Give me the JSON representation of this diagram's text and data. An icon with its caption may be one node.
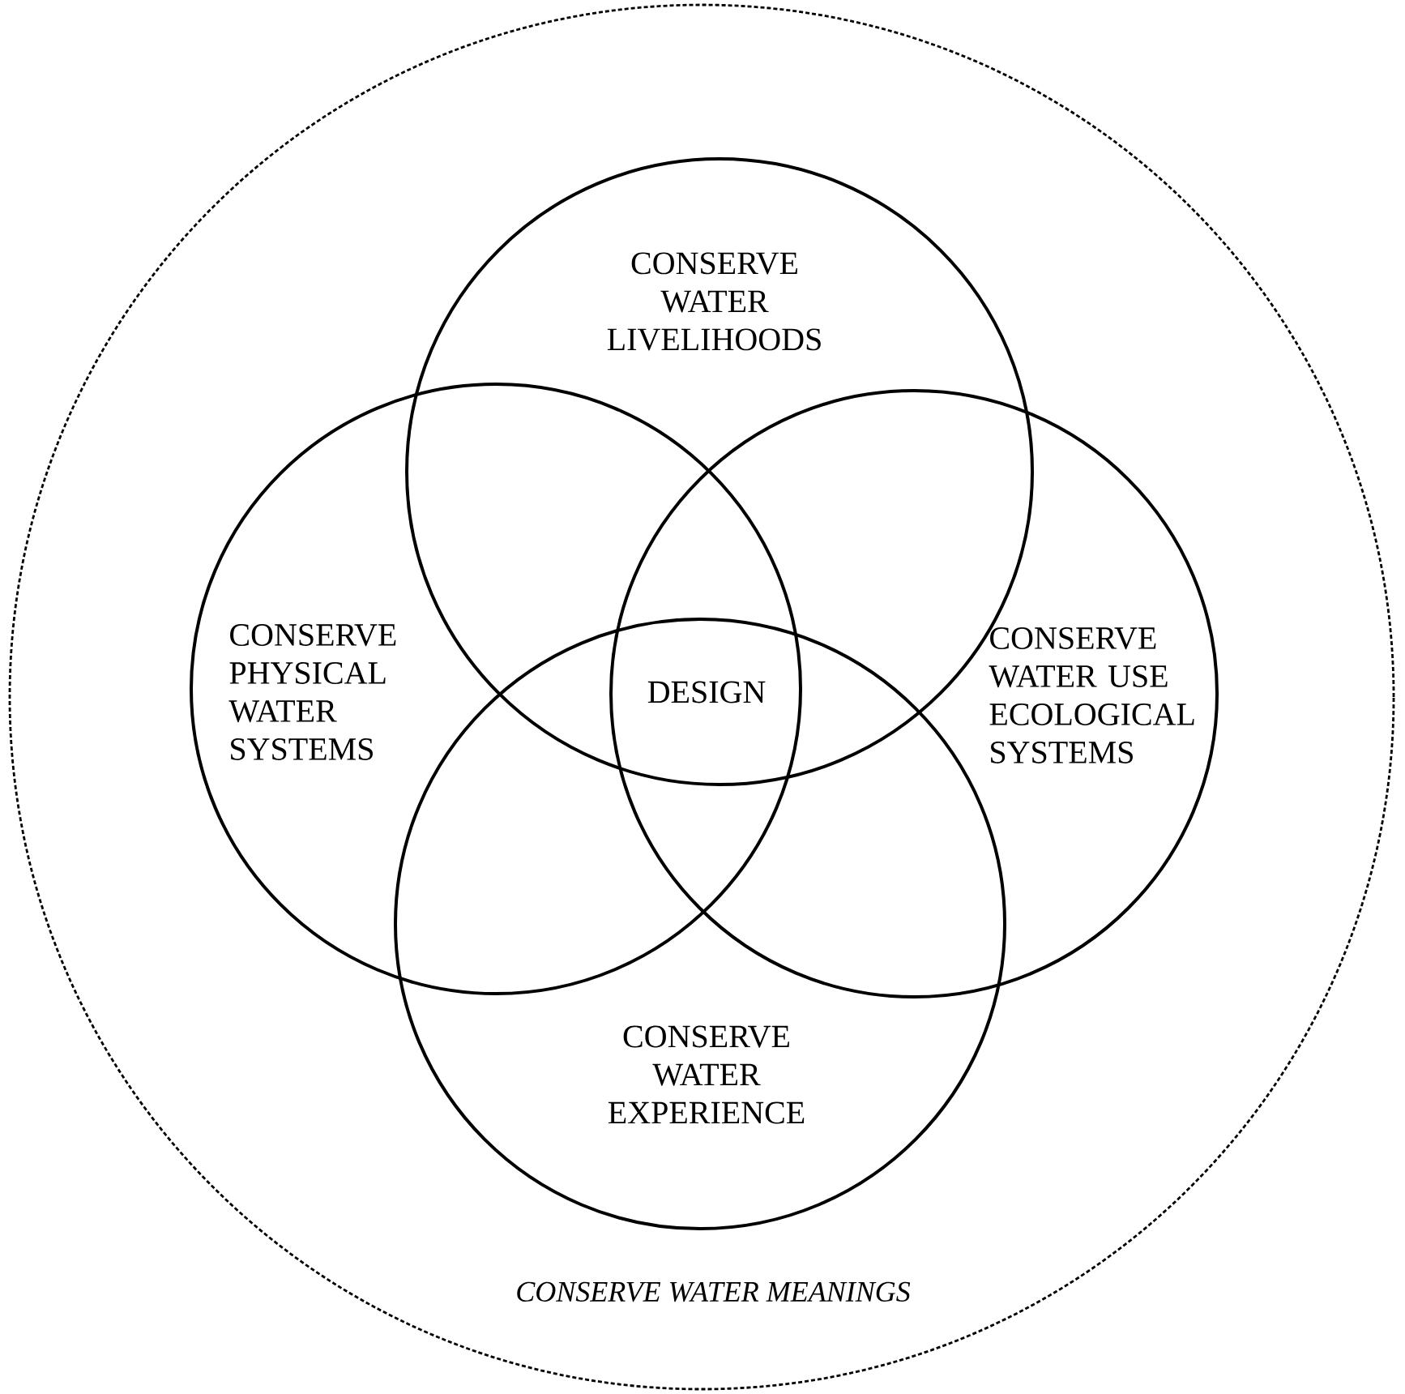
{
  "diagram": {
    "nodes": [
      {
        "text": [
          "CONSERVE WATER MEANINGS"
        ]
      },
      {
        "text": [
          "CONSERVE WATER LIVELIHOODS"
        ]
      },
      {
        "text": [
          "CONSERVE PHYSICAL WATER SYSTEMS"
        ]
      },
      {
        "text": [
          "CONSERVE WATER USE ECOLOGICAL SYSTEMS"
        ]
      },
      {
        "text": [
          "CONSERVE WATER EXPERIENCE"
        ]
      }
    ],
    "labels": [
      "DESIGN"
    ]
  }
}
